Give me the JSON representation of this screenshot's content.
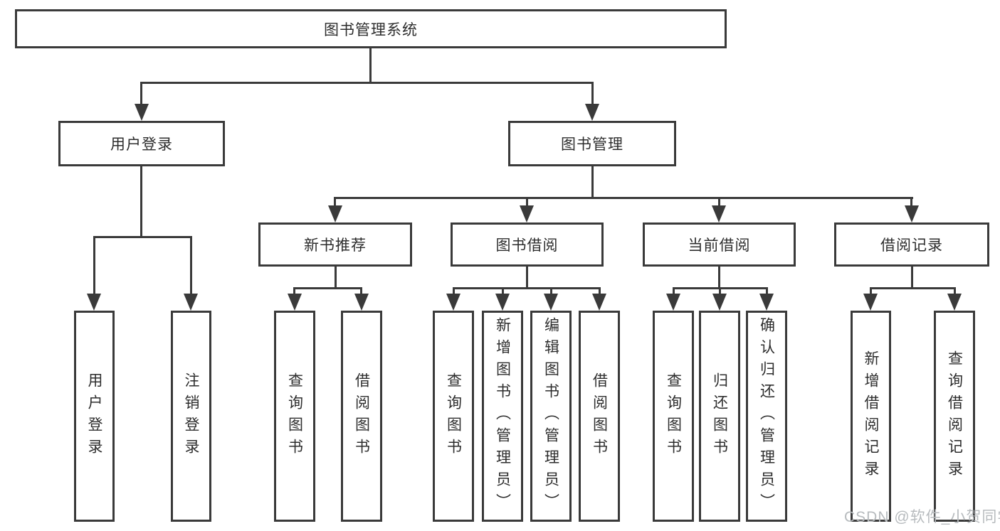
{
  "diagram": {
    "root": {
      "label": "图书管理系统"
    },
    "branches": [
      {
        "label": "用户登录",
        "children": [
          {
            "label": "用户登录"
          },
          {
            "label": "注销登录"
          }
        ]
      },
      {
        "label": "图书管理",
        "children": [
          {
            "label": "新书推荐",
            "children": [
              {
                "label": "查询图书"
              },
              {
                "label": "借阅图书"
              }
            ]
          },
          {
            "label": "图书借阅",
            "children": [
              {
                "label": "查询图书"
              },
              {
                "label": "新增图书（管理员）"
              },
              {
                "label": "编辑图书（管理员）"
              },
              {
                "label": "借阅图书"
              }
            ]
          },
          {
            "label": "当前借阅",
            "children": [
              {
                "label": "查询图书"
              },
              {
                "label": "归还图书"
              },
              {
                "label": "确认归还（管理员）"
              }
            ]
          },
          {
            "label": "借阅记录",
            "children": [
              {
                "label": "新增借阅记录"
              },
              {
                "label": "查询借阅记录"
              }
            ]
          }
        ]
      }
    ]
  },
  "watermark": {
    "text": "CSDN @软件_小贺同学"
  },
  "colors": {
    "line": "#3a3a3a",
    "text": "#2d2d2d",
    "box_background": "#ffffff",
    "watermark": "#b7bbbe"
  }
}
